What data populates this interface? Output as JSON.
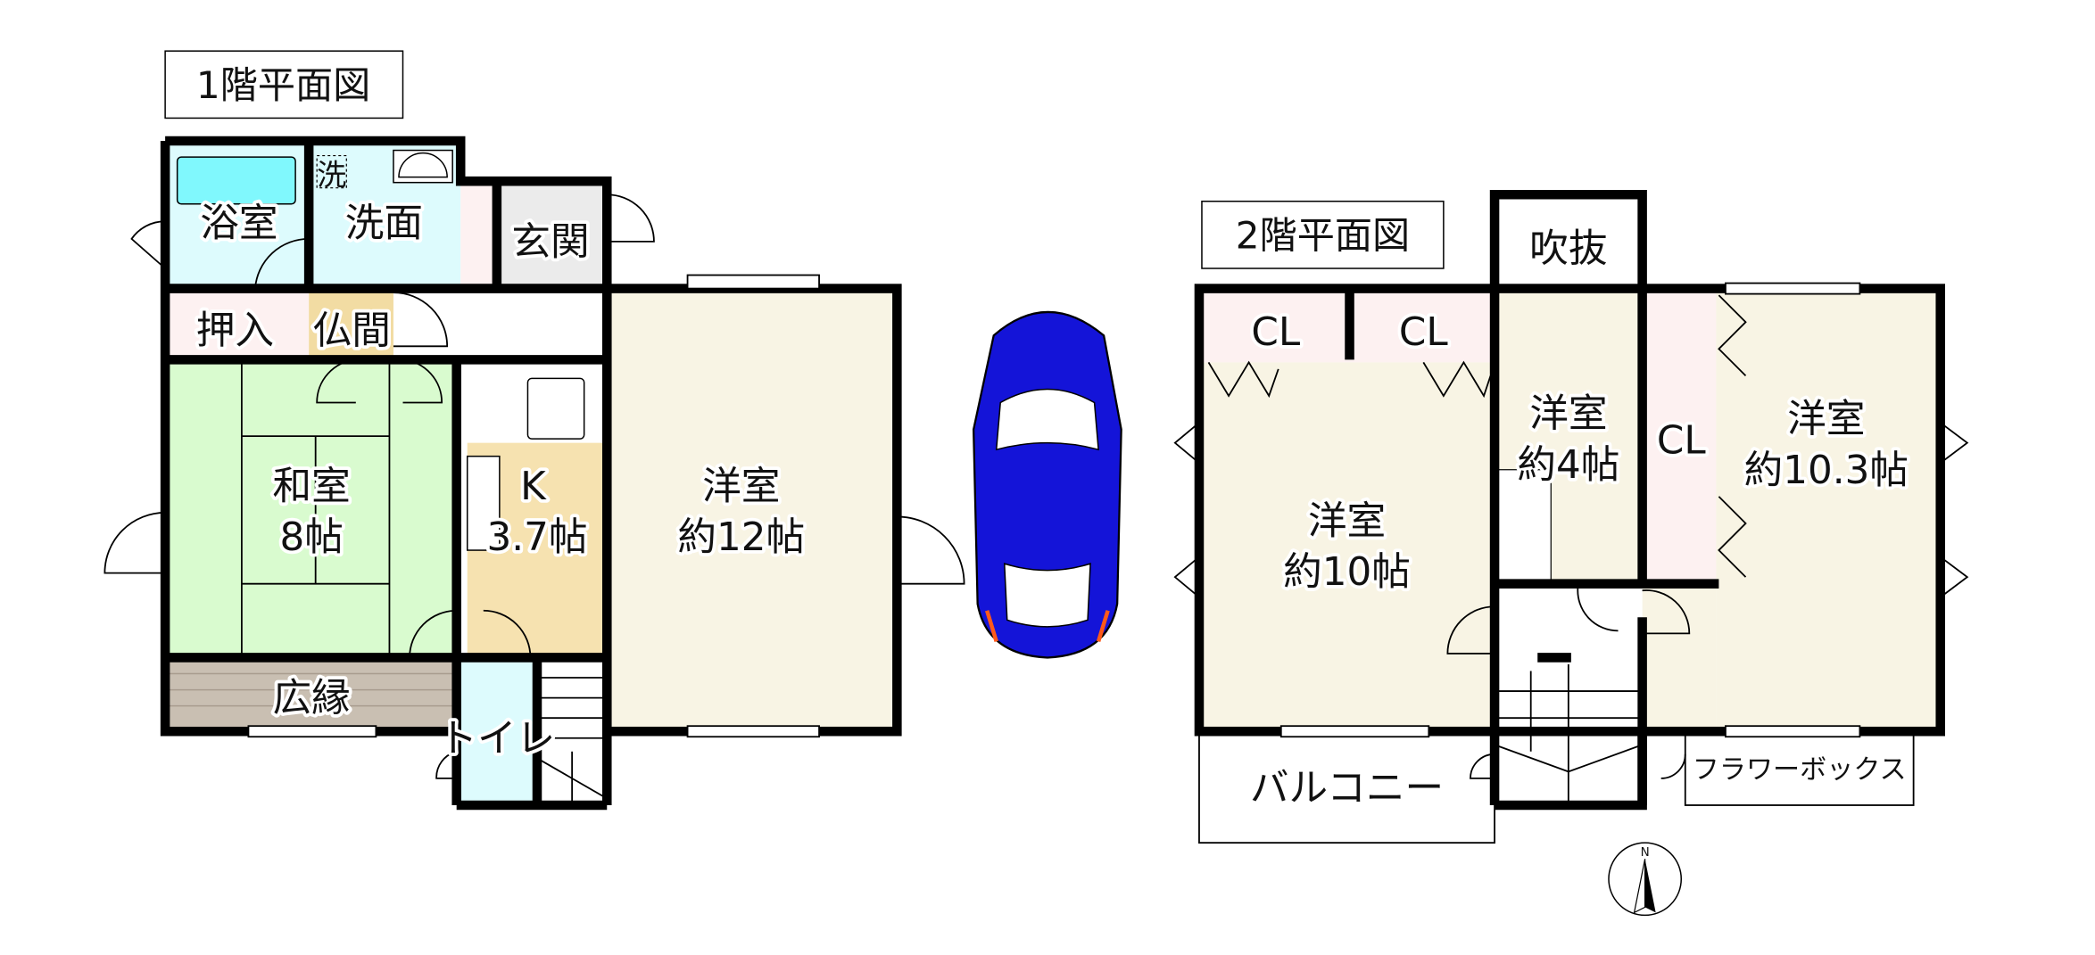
{
  "floor1": {
    "title": "1階平面図",
    "rooms": {
      "bath": "浴室",
      "washer": "洗",
      "washroom": "洗面",
      "entrance": "玄関",
      "closet": "押入",
      "altar_room": "仏間",
      "japanese_room": "和室",
      "japanese_room_size": "8帖",
      "kitchen": "K",
      "kitchen_size": "3.7帖",
      "western_room": "洋室",
      "western_room_size": "約12帖",
      "veranda": "広縁",
      "toilet": "トイレ"
    }
  },
  "floor2": {
    "title": "2階平面図",
    "rooms": {
      "void": "吹抜",
      "closet_a": "CL",
      "closet_b": "CL",
      "closet_c": "CL",
      "room_a": "洋室",
      "room_a_size": "約10帖",
      "room_b": "洋室",
      "room_b_size": "約4帖",
      "room_c": "洋室",
      "room_c_size": "約10.3帖",
      "balcony": "バルコニー",
      "flower_box": "フラワーボックス"
    }
  },
  "compass": {
    "label": "N"
  },
  "colors": {
    "bath": "#ddfbfd",
    "tub": "#80f8fd",
    "closet": "#fdf1f1",
    "altar": "#f2dca3",
    "tatami": "#d9fbcf",
    "kitchen": "#f6e2b0",
    "room": "#f8f4e4",
    "tile": "#ebebeb",
    "car": "#1414d8"
  }
}
